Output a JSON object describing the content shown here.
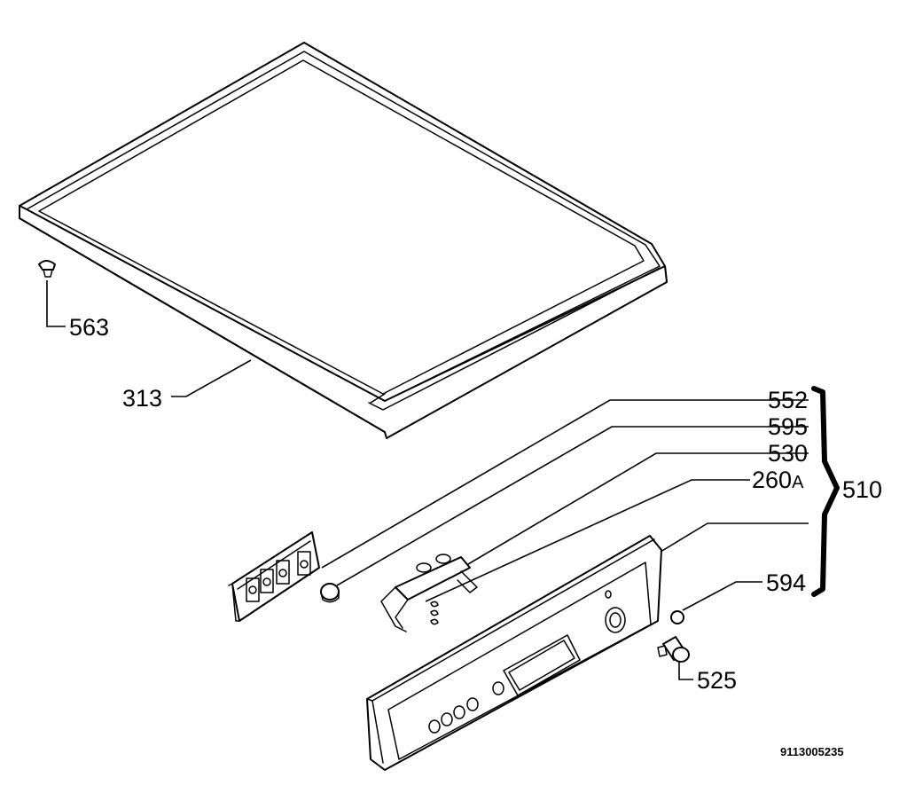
{
  "parts": {
    "p563": "563",
    "p313": "313",
    "p552": "552",
    "p595": "595",
    "p530": "530",
    "p260": "260",
    "p260_suffix": "A",
    "p510": "510",
    "p594": "594",
    "p525": "525"
  },
  "document_number": "9113005235"
}
